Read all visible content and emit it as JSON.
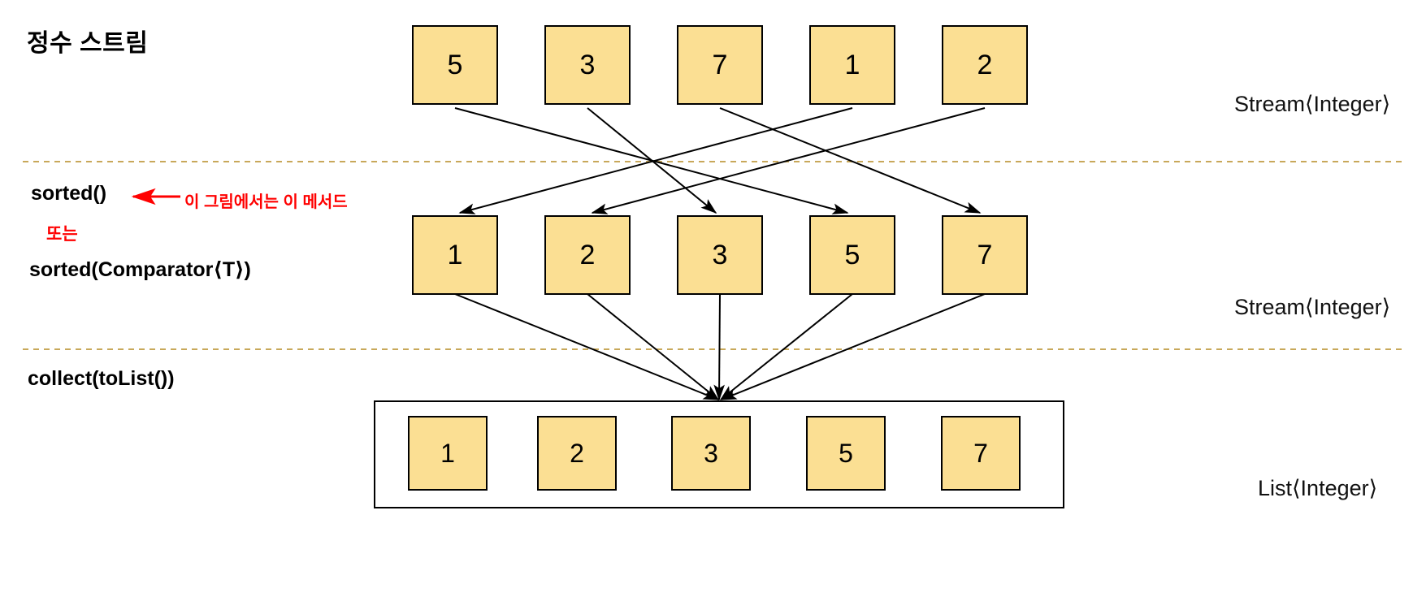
{
  "page": {
    "title": "정수 스트림",
    "background": "#ffffff",
    "box_fill": "#fbdf93",
    "box_stroke": "#000000",
    "accent_red": "#ff0000",
    "separator_style": "dashed"
  },
  "operations": {
    "sorted": "sorted()",
    "or": "또는",
    "sorted_comparator": "sorted(Comparator⟨T⟩)",
    "collect": "collect(toList())"
  },
  "annotation": {
    "text": "이 그림에서는 이 메서드",
    "color": "#ff0000",
    "arrow": "left-arrow"
  },
  "types": {
    "source_stream": "Stream⟨Integer⟩",
    "sorted_stream": "Stream⟨Integer⟩",
    "result_list": "List⟨Integer⟩"
  },
  "rows": {
    "source": {
      "name": "정수 스트림",
      "values": [
        "5",
        "3",
        "7",
        "1",
        "2"
      ]
    },
    "sorted": {
      "name": "sorted",
      "values": [
        "1",
        "2",
        "3",
        "5",
        "7"
      ]
    },
    "result": {
      "name": "collect(toList())",
      "values": [
        "1",
        "2",
        "3",
        "5",
        "7"
      ]
    }
  },
  "mappings": {
    "source_to_sorted": [
      {
        "from": "5",
        "to": "5"
      },
      {
        "from": "3",
        "to": "3"
      },
      {
        "from": "7",
        "to": "7"
      },
      {
        "from": "1",
        "to": "1"
      },
      {
        "from": "2",
        "to": "2"
      }
    ],
    "sorted_to_list": "all elements converge into a single List"
  },
  "chart_data": {
    "type": "diagram",
    "title": "정수 스트림",
    "stages": [
      {
        "label": "정수 스트림",
        "type": "Stream⟨Integer⟩",
        "values": [
          5,
          3,
          7,
          1,
          2
        ]
      },
      {
        "label": "sorted()",
        "type": "Stream⟨Integer⟩",
        "values": [
          1,
          2,
          3,
          5,
          7
        ]
      },
      {
        "label": "collect(toList())",
        "type": "List⟨Integer⟩",
        "values": [
          1,
          2,
          3,
          5,
          7
        ]
      }
    ]
  }
}
